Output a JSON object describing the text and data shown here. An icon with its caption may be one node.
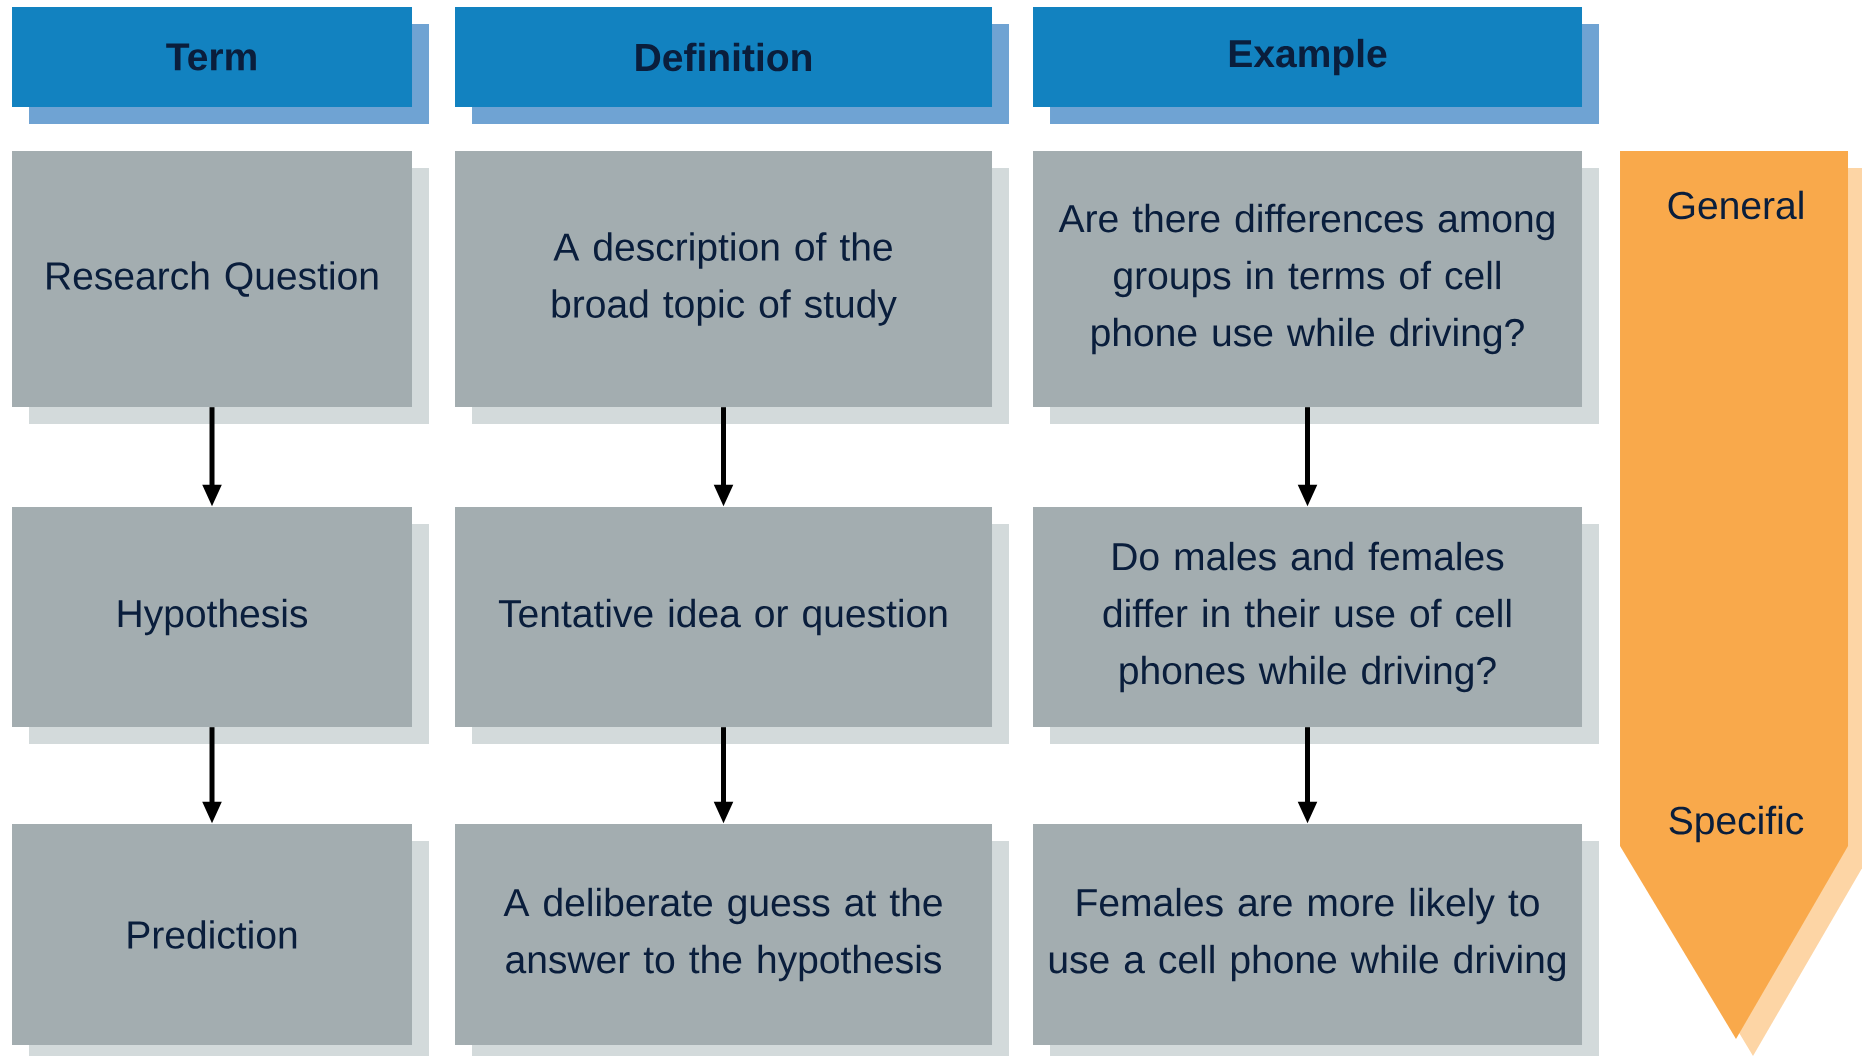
{
  "diagram": {
    "nodes": [
      {
        "text": [
          "Term"
        ]
      },
      {
        "text": [
          "Definition"
        ]
      },
      {
        "text": [
          "Example"
        ]
      },
      {
        "text": [
          "Research Question"
        ]
      },
      {
        "text": [
          "A description of the broad topic of study"
        ]
      },
      {
        "text": [
          "Are there differences among groups in terms of cell phone use while driving?"
        ]
      },
      {
        "text": [
          "Hypothesis"
        ]
      },
      {
        "text": [
          "Tentative idea or question"
        ]
      },
      {
        "text": [
          "Do males and females differ in their use of cell phones while driving?"
        ]
      },
      {
        "text": [
          "Prediction"
        ]
      },
      {
        "text": [
          "A deliberate guess at the answer to the hypothesis"
        ]
      },
      {
        "text": [
          "Females are more likely to use a cell phone while driving"
        ]
      },
      {
        "text": [
          "General",
          "Specific"
        ]
      }
    ],
    "edges": [
      {
        "from": 3,
        "to": 6,
        "arrow": "to"
      },
      {
        "from": 6,
        "to": 9,
        "arrow": "to"
      },
      {
        "from": 4,
        "to": 7,
        "arrow": "to"
      },
      {
        "from": 7,
        "to": 10,
        "arrow": "to"
      },
      {
        "from": 5,
        "to": 8,
        "arrow": "to"
      },
      {
        "from": 8,
        "to": 11,
        "arrow": "to"
      }
    ]
  }
}
